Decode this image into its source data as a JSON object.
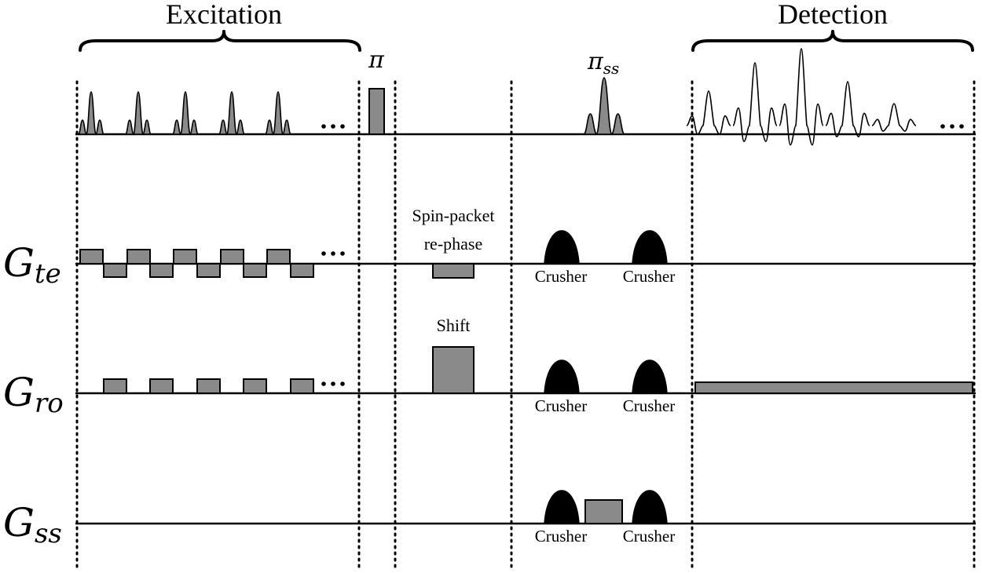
{
  "headers": {
    "excitation": "Excitation",
    "detection": "Detection"
  },
  "pulses": {
    "pi": "π",
    "pi_ss_base": "π",
    "pi_ss_sub": "ss"
  },
  "axes": {
    "te": {
      "main": "G",
      "sub": "te"
    },
    "ro": {
      "main": "G",
      "sub": "ro"
    },
    "ss": {
      "main": "G",
      "sub": "ss"
    }
  },
  "annotations": {
    "rephase_line1": "Spin-packet",
    "rephase_line2": "re-phase",
    "shift": "Shift",
    "crusher": "Crusher"
  },
  "colors": {
    "gray_fill": "#8a8a8a",
    "black": "#000000",
    "background": "#ffffff"
  }
}
